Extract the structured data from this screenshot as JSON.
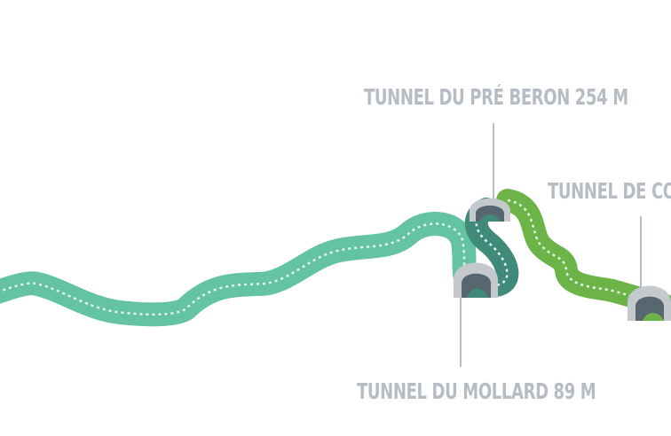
{
  "tunnels": [
    {
      "id": "pre-beron",
      "label": "TUNNEL DU PRÉ BERON 254 M"
    },
    {
      "id": "combe",
      "label": "TUNNEL DE COM"
    },
    {
      "id": "mollard",
      "label": "TUNNEL DU MOLLARD 89 M"
    }
  ],
  "colors": {
    "road_teal": "#63c3a3",
    "road_dark_teal": "#3f8a79",
    "road_green": "#6cb447",
    "lane_marking": "#e8f5ee",
    "tunnel_portal": "#c4c9cd",
    "tunnel_inner": "#586670",
    "leader_line": "#b9bec4",
    "label_text": "#b6bcc3"
  }
}
